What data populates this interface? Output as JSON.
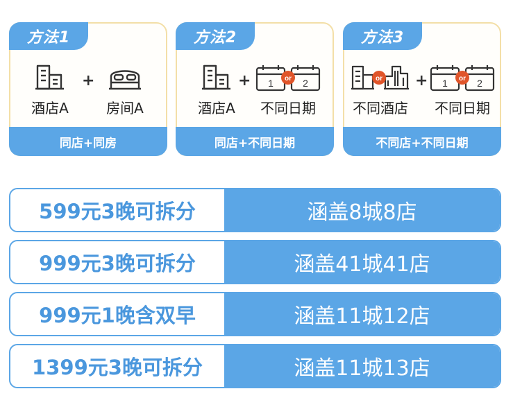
{
  "methods": [
    {
      "tab": "方法1",
      "items": [
        {
          "label": "酒店A",
          "icon": "hotel-building-icon"
        },
        {
          "label": "房间A",
          "icon": "bed-icon"
        }
      ],
      "footer": "同店+同房"
    },
    {
      "tab": "方法2",
      "items": [
        {
          "label": "酒店A",
          "icon": "hotel-building-icon"
        },
        {
          "label": "不同日期",
          "icon": "calendar-pair-icon",
          "day1": "1",
          "day2": "2",
          "or": "or"
        }
      ],
      "footer": "同店+不同日期"
    },
    {
      "tab": "方法3",
      "items": [
        {
          "label": "不同酒店",
          "icon": "buildings-pair-icon",
          "or": "or"
        },
        {
          "label": "不同日期",
          "icon": "calendar-pair-icon",
          "day1": "1",
          "day2": "2",
          "or": "or"
        }
      ],
      "footer": "不同店+不同日期"
    }
  ],
  "plus_symbol": "+",
  "packages": [
    {
      "offer": "599元3晚可拆分",
      "coverage": "涵盖8城8店"
    },
    {
      "offer": "999元3晚可拆分",
      "coverage": "涵盖41城41店"
    },
    {
      "offer": "999元1晚含双早",
      "coverage": "涵盖11城12店"
    },
    {
      "offer": "1399元3晚可拆分",
      "coverage": "涵盖11城13店"
    }
  ],
  "colors": {
    "accent": "#5ba6e6",
    "offer_text": "#4a97dd",
    "card_border": "#f3dfa8",
    "or_badge": "#e0552a"
  }
}
